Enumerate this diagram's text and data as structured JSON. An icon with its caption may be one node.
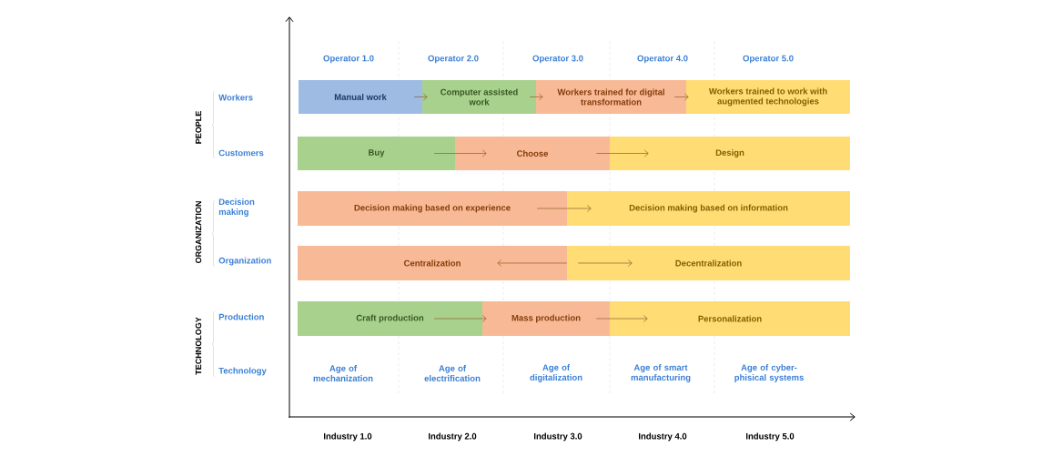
{
  "diagram": {
    "nodes": [
      {
        "text": [
          "Manual work"
        ]
      },
      {
        "text": [
          "Computer assisted work"
        ]
      },
      {
        "text": [
          "Workers trained for digital transformation"
        ]
      },
      {
        "text": [
          "Workers trained to work with augmented technologies"
        ]
      },
      {
        "text": [
          "Buy"
        ]
      },
      {
        "text": [
          "Choose"
        ]
      },
      {
        "text": [
          "Design"
        ]
      },
      {
        "text": [
          "Decision making based on experience"
        ]
      },
      {
        "text": [
          "Decision making based on information"
        ]
      },
      {
        "text": [
          "Centralization"
        ]
      },
      {
        "text": [
          "Decentralization"
        ]
      },
      {
        "text": [
          "Craft production"
        ]
      },
      {
        "text": [
          "Mass production"
        ]
      },
      {
        "text": [
          "Personalization"
        ]
      }
    ],
    "edges": [
      {
        "from": 0,
        "to": 1,
        "arrow": "to"
      },
      {
        "from": 1,
        "to": 2,
        "arrow": "to"
      },
      {
        "from": 2,
        "to": 3,
        "arrow": "to"
      },
      {
        "from": 4,
        "to": 5,
        "arrow": "to"
      },
      {
        "from": 5,
        "to": 6,
        "arrow": "to"
      },
      {
        "from": 7,
        "to": 8,
        "arrow": "to"
      },
      {
        "from": 10,
        "to": 9,
        "arrow": "to"
      },
      {
        "from": 9,
        "to": 10,
        "arrow": "to"
      },
      {
        "from": 11,
        "to": 12,
        "arrow": "to"
      },
      {
        "from": 12,
        "to": 13,
        "arrow": "to"
      }
    ],
    "labels": [
      "Operator 1.0",
      "Operator 2.0",
      "Operator 3.0",
      "Operator 4.0",
      "Operator 5.0",
      "PEOPLE",
      "Workers",
      "Customers",
      "ORGANIZATION",
      "Decision making",
      "Organization",
      "TECHNOLOGY",
      "Production",
      "Technology",
      "Age of mechanization",
      "Age of electrification",
      "Age of digitalization",
      "Age of smart manufacturing",
      "Age of cyber-phisical systems",
      "Industry 1.0",
      "Industry 2.0",
      "Industry 3.0",
      "Industry 4.0",
      "Industry 5.0"
    ]
  }
}
